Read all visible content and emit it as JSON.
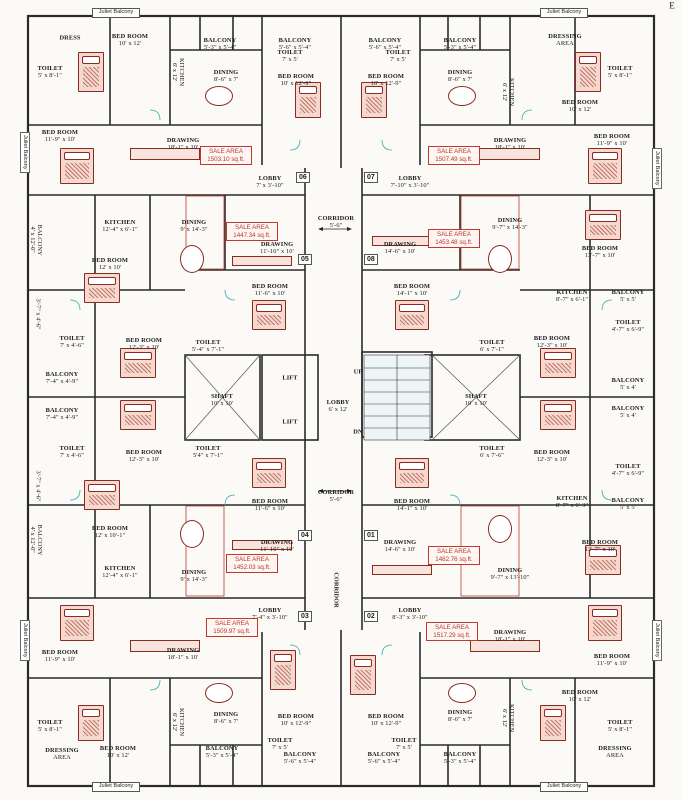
{
  "compass": "E",
  "juliet": "Juliet Balcony",
  "units": [
    {
      "no": "06",
      "sale": "SALE AREA\n1503.10 sq.ft."
    },
    {
      "no": "07",
      "sale": "SALE AREA\n1507.49 sq.ft."
    },
    {
      "no": "05",
      "sale": "SALE AREA\n1447.34 sq.ft."
    },
    {
      "no": "08",
      "sale": "SALE AREA\n1453.48 sq.ft."
    },
    {
      "no": "04",
      "sale": "SALE AREA\n1452.03 sq.ft."
    },
    {
      "no": "01",
      "sale": "SALE AREA\n1482.76 sq.ft."
    },
    {
      "no": "03",
      "sale": "SALE AREA\n1509.97 sq.ft."
    },
    {
      "no": "02",
      "sale": "SALE AREA\n1517.29 sq.ft."
    }
  ],
  "rooms": {
    "dress": "DRESS",
    "bed_tl": "BED ROOM|10' x 12'",
    "balc_a": "BALCONY|5'-3\" x 5'-4\"",
    "balc_b": "BALCONY|5'-6\" x 5'-4\"",
    "balc_c": "BALCONY|5'-6\" x 5'-4\"",
    "balc_d": "BALCONY|5'-3\" x 5'-4\"",
    "toilet_a": "TOILET|7' x 5'",
    "toilet_b": "TOILET|7' x 5'",
    "dressing_tr": "DRESSING|AREA",
    "toilet_tl": "TOILET|5' x 8'-1\"",
    "kitchen_tl": "KITCHEN|6' x 12'",
    "dining_tl": "DINING|8'-6\" x 7'",
    "dining_tr": "DINING|8'-6\" x 7'",
    "kitchen_tr": "KITCHEN|6' x 12'",
    "toilet_tr": "TOILET|5' x 8'-1\"",
    "bed_tc_l": "BED ROOM|10' x 12'-9\"",
    "bed_tc_r": "BED ROOM|10' x 12'-9\"",
    "bed_tr2": "BED ROOM|10' x 12'",
    "bed_l2": "BED ROOM|11'-9\" x 10'",
    "drawing_tl": "DRAWING|18'-1\" x 10'",
    "drawing_tr": "DRAWING|18'-1\" x 10'",
    "bed_r2": "BED ROOM|11'-9\" x 10'",
    "lobby_06": "LOBBY|7' x 3'-10\"",
    "lobby_07": "LOBBY|7'-10\" x 3'-10\"",
    "kitchen_ml": "KITCHEN|12'-4\" x 6'-1\"",
    "dining_05": "DINING|9' x 14'-3\"",
    "corridor_top": "CORRIDOR|5'-6\"",
    "dining_08": "DINING|9'-7\" x 14'-3\"",
    "drawing_05": "DRAWING|11'-10\" x 10'",
    "drawing_08": "DRAWING|14'-6\" x 10'",
    "bed_08": "BED ROOM|13'-7\" x 10'",
    "balc_ml": "BALCONY|4' x 12'-6\"",
    "bed_ml": "BED ROOM|12' x 10'",
    "bed_05b": "BED ROOM|11'-6\" x 10'",
    "bed_08b": "BED ROOM|14'-1\" x 10'",
    "kitchen_mr": "KITCHEN|8'-7\" x 6'-1\"",
    "balc_mr": "BALCONY|5' x 5'",
    "toilet_mr": "TOILET|4'-7\" x 6'-9\"",
    "toilet_c1": "TOILET|5'-4\" x 7'-1\"",
    "toilet_c2": "TOILET|6' x 7'-1\"",
    "toilet_ml": "TOILET|7' x 4'-6\"",
    "toilet_ml_v": "3'-7\" x 4'-6\"",
    "bed_ml3": "BED ROOM|12'-3\" x 10'",
    "bed_mr3": "BED ROOM|12'-3\" x 10'",
    "lift1": "LIFT",
    "lift2": "LIFT",
    "shaft_l": "SHAFT|10' x 10'",
    "lobby_c": "LOBBY|6' x 12'",
    "shaft_r": "SHAFT|10' x 10'",
    "balc_l4": "BALCONY|7'-4\" x 4'-9\"",
    "balc_l5": "BALCONY|7'-4\" x 4'-9\"",
    "balc_r4": "BALCONY|5' x 4'",
    "balc_r5": "BALCONY|5' x 4'",
    "up": "UP",
    "dn": "DN",
    "toilet_ml2": "TOILET|7' x 4'-6\"",
    "toilet_c3": "TOILET|5'4\" x 7'-1\"",
    "toilet_c4": "TOILET|6' x 7'-6\"",
    "bed_ml4": "BED ROOM|12'-3\" x 10'",
    "bed_mr4": "BED ROOM|12'-3\" x 10'",
    "toilet_mr2": "TOILET|4'-7\" x 6'-9\"",
    "corridor_mid": "CORRIDOR|5'-6\"",
    "bed_04b": "BED ROOM|11'-6\" x 10'",
    "bed_01b": "BED ROOM|14'-1\" x 10'",
    "kitchen_mr2": "KITCHEN|8'-7\" x 6'-3\"",
    "balc_mr2": "BALCONY|5' x 5'",
    "bed_ml5": "BED ROOM|12' x 10'-1\"",
    "bed_01": "BED ROOM|13'-7\" x 10'",
    "balc_ml2": "BALCONY|4' x 12'-6\"",
    "drawing_04": "DRAWING|11'-10\" x 10'",
    "drawing_01": "DRAWING|14'-6\" x 10'",
    "dining_04": "DINING|9' x 14'-3\"",
    "dining_01": "DINING|9'-7\" x 13'-10\"",
    "kitchen_ml2": "KITCHEN|12'-4\" x 6'-1\"",
    "corridor_v": "CORRIDOR",
    "lobby_03": "LOBBY|7'-4\" x 3'-10\"",
    "lobby_02": "LOBBY|8'-3\" x 3'-10\"",
    "bed_bl2": "BED ROOM|11'-9\" x 10'",
    "drawing_bl": "DRAWING|18'-1\" x 10'",
    "drawing_br": "DRAWING|18'-1\" x 10'",
    "bed_br2": "BED ROOM|11'-9\" x 10'",
    "bed_bc_l": "BED ROOM|10' x 12'-9\"",
    "bed_bc_r": "BED ROOM|10' x 12'-9\"",
    "dining_bl": "DINING|8'-6\" x 7'",
    "dining_br": "DINING|8'-6\" x 7'",
    "bed_br3": "BED ROOM|10' x 12'",
    "toilet_bl": "TOILET|5' x 8'-1\"",
    "kitchen_bl": "KITCHEN|6' x 12'",
    "kitchen_br": "KITCHEN|6' x 12'",
    "toilet_br": "TOILET|5' x 8'-1\"",
    "bed_bl": "BED ROOM|10' x 12'",
    "balc_ba": "BALCONY|5'-3\" x 5'-4\"",
    "toilet_ba": "TOILET|7' x 5'",
    "balc_bb": "BALCONY|5'-6\" x 5'-4\"",
    "balc_bc": "BALCONY|5'-6\" x 5'-4\"",
    "toilet_bb": "TOILET|7' x 5'",
    "balc_bd": "BALCONY|5'-3\" x 5'-4\"",
    "dressing_bl": "DRESSING|AREA",
    "dressing_br": "DRESSING|AREA"
  }
}
